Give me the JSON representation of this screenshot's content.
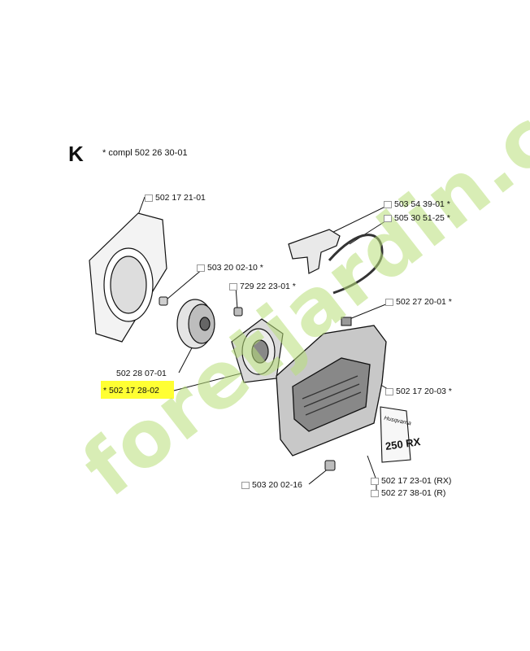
{
  "section": {
    "letter": "K",
    "note": "* compl 502 26 30-01"
  },
  "watermark": "foretjardin.com",
  "labels": {
    "p502172101": "502 17 21-01",
    "p503200210": "503 20 02-10  *",
    "p729222301": "729 22 23-01  *",
    "p502280701": "502 28 07-01",
    "p502172802": "*  502 17 28-02",
    "p503543901": "503 54 39-01  *",
    "p505305125": "505 30 51-25  *",
    "p502272001": "502 27 20-01  *",
    "p502172003": "502 17 20-03  *",
    "p502172301": "502 17 23-01  (RX)",
    "p502273801": "502 27 38-01  (R)",
    "p503200216": "503 20 02-16",
    "decal_brand": "Husqvarna",
    "decal_model": "250 RX"
  },
  "colors": {
    "highlight": "#ffff33",
    "watermark": "#b9e07a",
    "line": "#111111"
  }
}
